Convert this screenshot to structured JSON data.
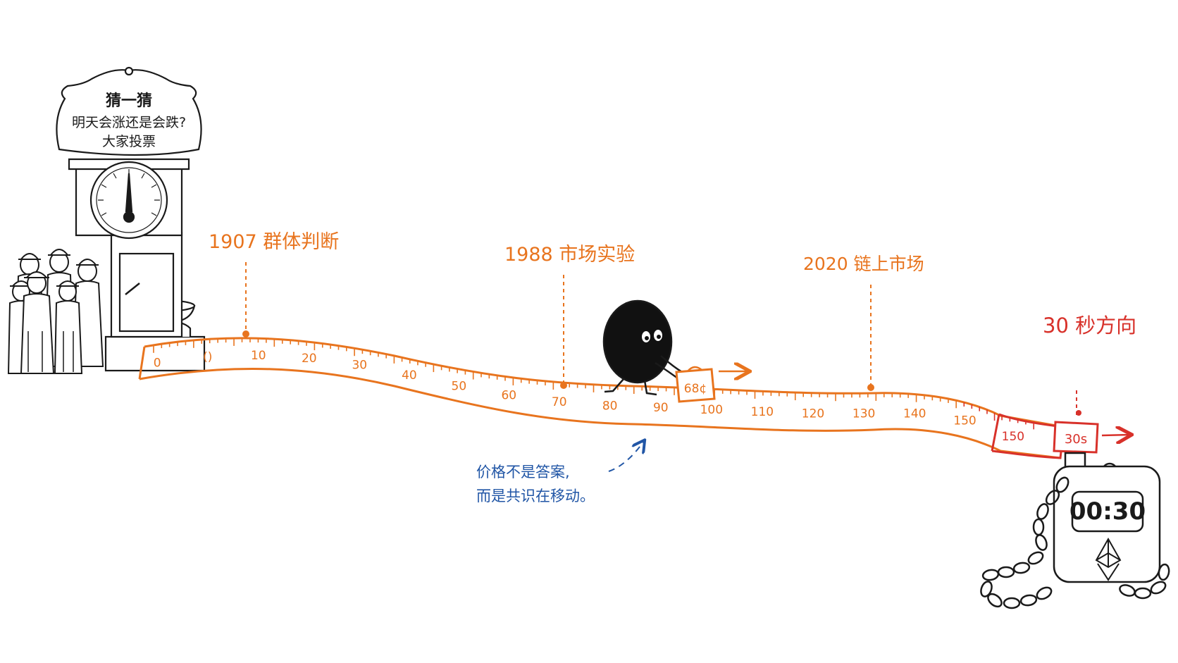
{
  "scale_sign": {
    "title": "猜一猜",
    "line1": "明天会涨还是会跌?",
    "line2": "大家投票"
  },
  "milestones": [
    {
      "label": "1907 群体判断",
      "tape_value": 10
    },
    {
      "label": "1988 市场实验",
      "tape_value": 68
    },
    {
      "label": "2020 链上市场",
      "tape_value": 130
    },
    {
      "label": "30 秒方向",
      "tape_value": 165
    }
  ],
  "tape": {
    "tick_labels": [
      "0",
      "()",
      "10",
      "20",
      "30",
      "40",
      "50",
      "60",
      "70",
      "80",
      "90",
      "100",
      "110",
      "120",
      "130",
      "140",
      "150",
      "150"
    ],
    "red_tag": "30s"
  },
  "briefcase_label": "68¢",
  "note": {
    "line1": "价格不是答案,",
    "line2": "而是共识在移动。"
  },
  "timer": {
    "display": "00:30"
  },
  "colors": {
    "orange": "#e8741e",
    "red": "#d8312a",
    "blue": "#2156a6",
    "ink": "#1a1a1a"
  }
}
